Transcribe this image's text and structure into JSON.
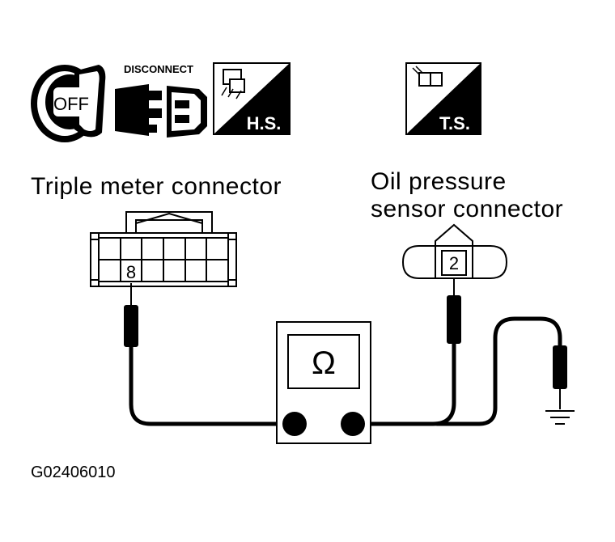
{
  "icons": {
    "ignition_text": "OFF",
    "disconnect_text": "DISCONNECT",
    "hs_text": "H.S.",
    "ts_text": "T.S."
  },
  "labels": {
    "triple_meter": "Triple meter connector",
    "oil_pressure_line1": "Oil pressure",
    "oil_pressure_line2": "sensor connector"
  },
  "connectors": {
    "triple_meter_pin": "8",
    "oil_sensor_pin": "2"
  },
  "meter": {
    "symbol": "Ω"
  },
  "figure_code": "G02406010"
}
